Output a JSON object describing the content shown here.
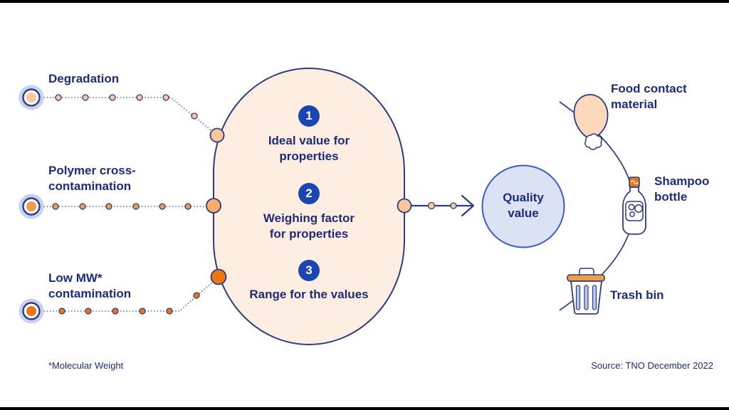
{
  "inputs": [
    {
      "id": "degradation",
      "label": "Degradation"
    },
    {
      "id": "polymer",
      "label": "Polymer cross-contamination"
    },
    {
      "id": "low-mw",
      "label": "Low MW* contamination"
    }
  ],
  "process": {
    "steps": [
      {
        "number": "1",
        "label": "Ideal value for properties"
      },
      {
        "number": "2",
        "label": "Weighing factor for properties"
      },
      {
        "number": "3",
        "label": "Range for the values"
      }
    ]
  },
  "output": {
    "label": "Quality value"
  },
  "applications": [
    {
      "id": "food-contact",
      "label": "Food contact material",
      "icon": "drumstick-icon"
    },
    {
      "id": "shampoo",
      "label": "Shampoo bottle",
      "icon": "shampoo-bottle-icon"
    },
    {
      "id": "trash",
      "label": "Trash bin",
      "icon": "trash-bin-icon"
    }
  ],
  "footnotes": {
    "molecular_weight": "*Molecular Weight",
    "source": "Source: TNO December 2022"
  },
  "colors": {
    "navy": "#1d2c78",
    "outline": "#2e3c82",
    "dotline": "#5b6cb4",
    "badge-blue": "#1b46b2",
    "cream": "#fdeee1",
    "peach-dot": "#f8c89c",
    "orange-mid": "#f09a4c",
    "orange-strong": "#ee7611",
    "lavender": "#c8d2ec",
    "quality-fill": "#dbe2f4",
    "quality-stroke": "#3d5cc0",
    "cap-orange": "#e8761e",
    "lid-orange": "#f09d42",
    "stripe-blue": "#b9c9ef",
    "icon-peach": "#fbd9ba"
  }
}
